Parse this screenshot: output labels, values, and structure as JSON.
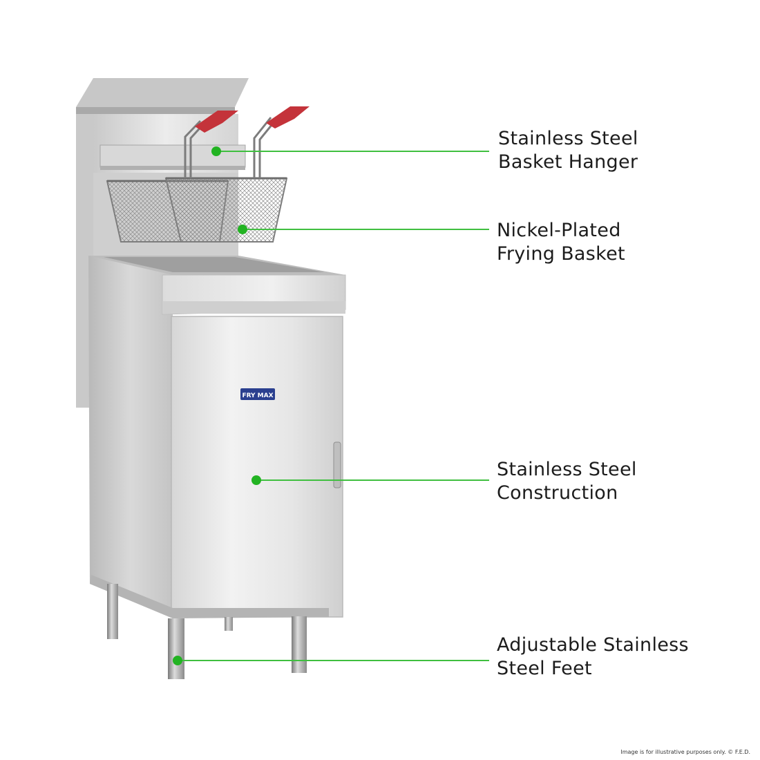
{
  "callouts": [
    {
      "id": "hanger",
      "lines": [
        "Stainless Steel",
        "Basket Hanger"
      ]
    },
    {
      "id": "basket",
      "lines": [
        "Nickel-Plated",
        "Frying Basket"
      ]
    },
    {
      "id": "construction",
      "lines": [
        "Stainless Steel",
        "Construction"
      ]
    },
    {
      "id": "feet",
      "lines": [
        "Adjustable Stainless",
        "Steel Feet"
      ]
    }
  ],
  "brand_badge": {
    "text": "FRY MAX"
  },
  "disclaimer": "Image is for illustrative purposes only. © F.E.D.",
  "colors": {
    "callout_line": "#3fbf3f",
    "callout_dot": "#22b322",
    "handle": "#c4333a",
    "badge": "#2a3f8f",
    "steel_light": "#eeeeee",
    "steel_dark": "#a8a8a8"
  }
}
